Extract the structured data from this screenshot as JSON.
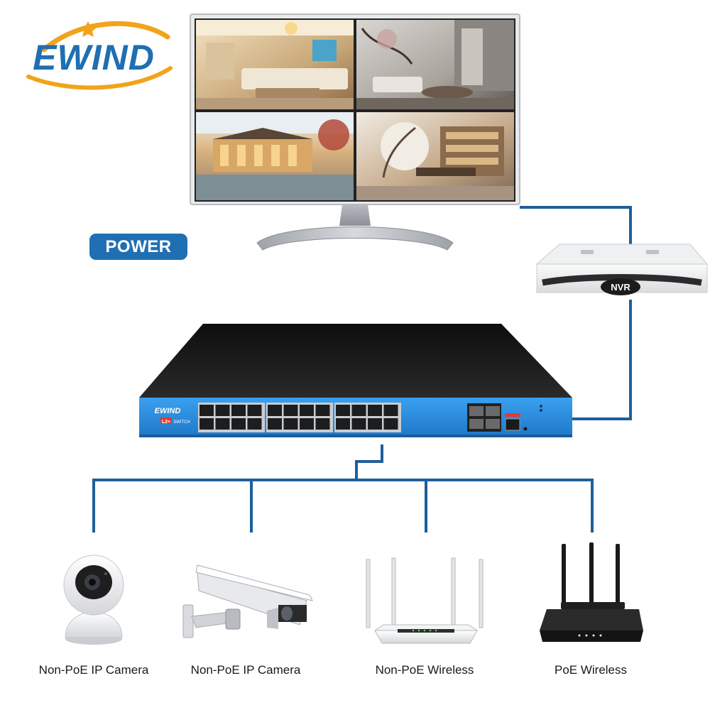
{
  "brand": {
    "logo_text": "EWIND"
  },
  "power_badge": {
    "label": "POWER"
  },
  "nvr": {
    "label": "NVR"
  },
  "switch": {
    "brand_text": "EWIND",
    "series_badge": "L2+",
    "series_text": "SWITCH"
  },
  "devices": [
    {
      "label": "Non-PoE IP Camera",
      "icon": "dome-camera-icon"
    },
    {
      "label": "Non-PoE IP Camera",
      "icon": "bullet-camera-icon"
    },
    {
      "label": "Non-PoE Wireless",
      "icon": "wireless-router-white-icon"
    },
    {
      "label": "PoE Wireless",
      "icon": "wireless-router-black-icon"
    }
  ],
  "colors": {
    "brand_blue": "#1f6fb2",
    "brand_orange": "#f2a31b",
    "link_blue": "#1d5f9b",
    "switch_blue": "#2f8fe0",
    "switch_body": "#1b1b1b"
  }
}
